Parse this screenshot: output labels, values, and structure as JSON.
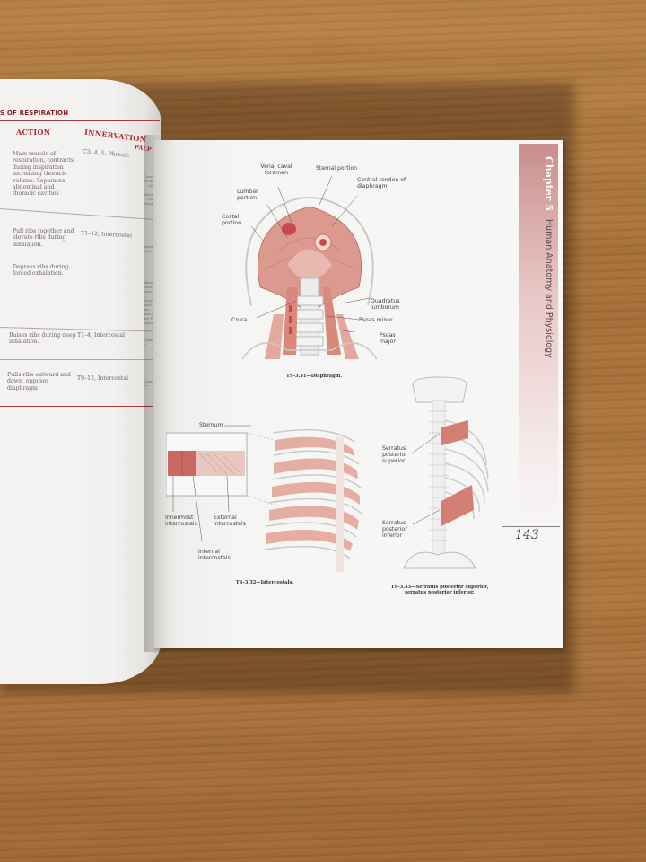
{
  "left_page": {
    "table_title": "S OF RESPIRATION",
    "headers": {
      "action": "ACTION",
      "innervation": "INNERVATION",
      "palpation": "PALP"
    },
    "rows": [
      {
        "action": "Main muscle of respiration, contracts during inspiration increasing thoracic volume. Separates abdominal and thoracic cavities",
        "innervation": "C3, 4, 5, Phrenic",
        "palpation": "Cannot ... Actually ... above ... obstructed ... on respi..."
      },
      {
        "action": "Pull ribs together and elevate ribs during inhalation.",
        "innervation": "T1–12, Intercostal",
        "palpation": "External... between..."
      },
      {
        "action": "Depress ribs during forced exhalation.",
        "innervation": "",
        "palpation": "External... interco... muscles ... perpendic... each int... movemen... are fou... palpat..."
      },
      {
        "action": "Raises ribs during deep inhalation.",
        "innervation": "T1–4, Intercostal",
        "palpation": "Cannot b..."
      },
      {
        "action": "Pulls ribs outward and down, opposes diaphragm",
        "innervation": "T9–12, Intercostal",
        "palpation": "Cannot pa..."
      }
    ]
  },
  "right_page": {
    "chapter_label": "Chapter 5",
    "chapter_title": "Human Anatomy and Physiology",
    "page_number": "143",
    "figures": {
      "diaphragm": {
        "labels": {
          "venal_caval": "Venal caval foramen",
          "sternal": "Sternal portion",
          "central_tendon": "Central tendon of diaphragm",
          "lumbar": "Lumbar portion",
          "costal": "Costal portion",
          "quadratus": "Quadratus lumborum",
          "crura": "Crura",
          "psoas_minor": "Psoas minor",
          "psoas_major": "Psoas major"
        },
        "caption": "TS-3.31—Diaphragm."
      },
      "intercostals": {
        "labels": {
          "sternum": "Sternum",
          "innermost": "Innermost intercostals",
          "external": "External intercostals",
          "internal": "Internal intercostals"
        },
        "caption": "TS-3.32—Intercostals."
      },
      "serratus": {
        "labels": {
          "superior": "Serratus posterior superior",
          "inferior": "Serratus posterior inferior"
        },
        "caption_line1": "TS-3.33—Serratus posterior superior,",
        "caption_line2": "serratus posterior inferior."
      }
    }
  },
  "colors": {
    "muscle": "#d98f84",
    "accent": "#b3272f",
    "tab": "#c98f8c"
  }
}
